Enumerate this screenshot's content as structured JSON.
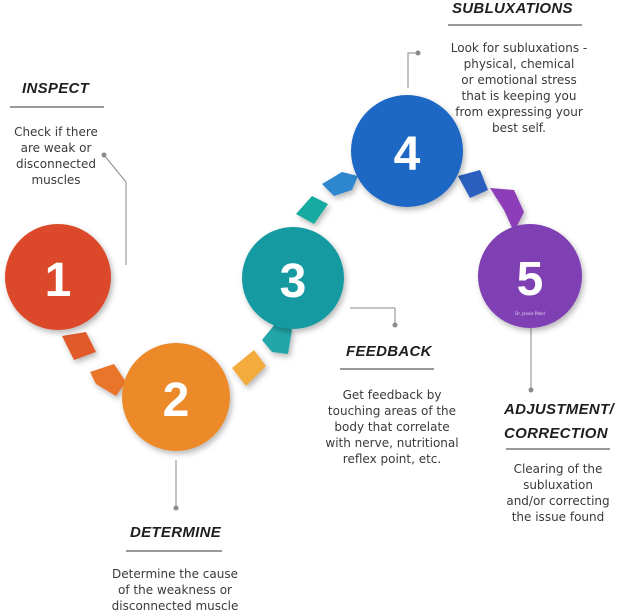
{
  "colors": {
    "step1": "#db4a2b",
    "step2": "#ec8a2a",
    "step3": "#159aa2",
    "step4": "#1f68c4",
    "step5": "#7e3fb3"
  },
  "steps": [
    {
      "number": "1",
      "title": "INSPECT",
      "description_lines": [
        "Check if there",
        "are weak or",
        "disconnected",
        "muscles"
      ]
    },
    {
      "number": "2",
      "title": "DETERMINE",
      "description_lines": [
        "Determine the cause",
        "of the weakness or",
        "disconnected muscle"
      ]
    },
    {
      "number": "3",
      "title": "FEEDBACK",
      "description_lines": [
        "Get feedback by",
        "touching areas of the",
        "body that correlate",
        "with nerve, nutritional",
        "reflex point, etc."
      ]
    },
    {
      "number": "4",
      "title": "SUBLUXATIONS",
      "description_lines": [
        "Look for subluxations -",
        "physical, chemical",
        "or emotional stress",
        "that is keeping you",
        "from expressing your",
        "best self."
      ]
    },
    {
      "number": "5",
      "title_lines": [
        "ADJUSTMENT/",
        "CORRECTION"
      ],
      "description_lines": [
        "Clearing of the",
        "subluxation",
        "and/or correcting",
        "the issue found"
      ]
    }
  ],
  "watermark": "Dr. Jessie Patel"
}
